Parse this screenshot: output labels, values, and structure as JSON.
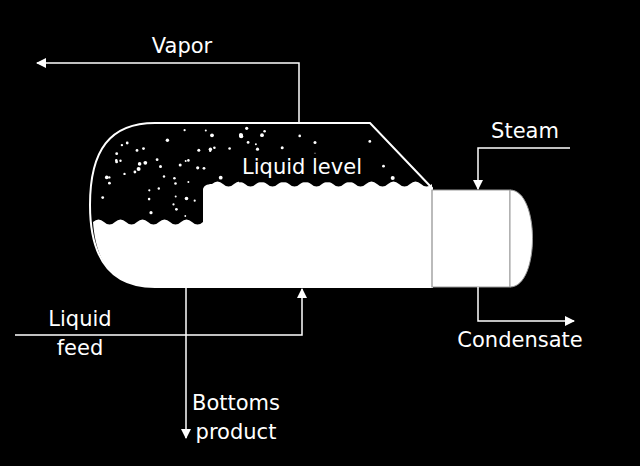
{
  "diagram": {
    "labels": [
      "Vapor",
      "Steam",
      "Liquid level",
      "Liquid feed",
      "Condensate",
      "Bottoms product"
    ]
  }
}
